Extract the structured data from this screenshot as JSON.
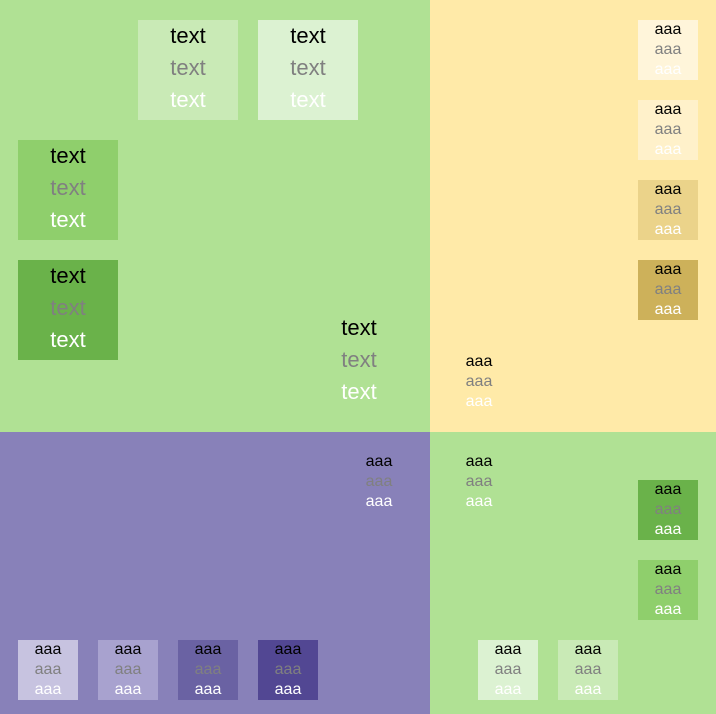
{
  "colors": {
    "green_bg": "#b0e194",
    "yellow_bg": "#ffeaa8",
    "purple_bg": "#8881b9",
    "text_black": "#000000",
    "text_grey": "#808080",
    "text_white": "#ffffff"
  },
  "quadrants": {
    "top_left": {
      "bg": "#b0e194",
      "boxes": [
        {
          "bg": "#c9eab6",
          "lines": [
            "text",
            "text",
            "text"
          ]
        },
        {
          "bg": "#dcf2d2",
          "lines": [
            "text",
            "text",
            "text"
          ]
        },
        {
          "bg": "#8fcf6c",
          "lines": [
            "text",
            "text",
            "text"
          ]
        },
        {
          "bg": "#6ab24a",
          "lines": [
            "text",
            "text",
            "text"
          ]
        },
        {
          "bg": "transparent",
          "lines": [
            "text",
            "text",
            "text"
          ]
        }
      ]
    },
    "top_right": {
      "bg": "#ffeaa8",
      "boxes": [
        {
          "bg": "#fff5da",
          "lines": [
            "aaa",
            "aaa",
            "aaa"
          ]
        },
        {
          "bg": "#fff1ca",
          "lines": [
            "aaa",
            "aaa",
            "aaa"
          ]
        },
        {
          "bg": "#ebd38a",
          "lines": [
            "aaa",
            "aaa",
            "aaa"
          ]
        },
        {
          "bg": "#cdb15a",
          "lines": [
            "aaa",
            "aaa",
            "aaa"
          ]
        },
        {
          "bg": "transparent",
          "lines": [
            "aaa",
            "aaa",
            "aaa"
          ]
        }
      ]
    },
    "bottom_left": {
      "bg": "#8881b9",
      "boxes": [
        {
          "bg": "transparent",
          "lines": [
            "aaa",
            "aaa",
            "aaa"
          ]
        },
        {
          "bg": "#c7c3e0",
          "lines": [
            "aaa",
            "aaa",
            "aaa"
          ]
        },
        {
          "bg": "#a8a2cf",
          "lines": [
            "aaa",
            "aaa",
            "aaa"
          ]
        },
        {
          "bg": "#6a62a3",
          "lines": [
            "aaa",
            "aaa",
            "aaa"
          ]
        },
        {
          "bg": "#524793",
          "lines": [
            "aaa",
            "aaa",
            "aaa"
          ]
        }
      ]
    },
    "bottom_right": {
      "bg": "#b0e194",
      "boxes": [
        {
          "bg": "transparent",
          "lines": [
            "aaa",
            "aaa",
            "aaa"
          ]
        },
        {
          "bg": "#6ab24a",
          "lines": [
            "aaa",
            "aaa",
            "aaa"
          ]
        },
        {
          "bg": "#8fcf6c",
          "lines": [
            "aaa",
            "aaa",
            "aaa"
          ]
        },
        {
          "bg": "#dcf2d2",
          "lines": [
            "aaa",
            "aaa",
            "aaa"
          ]
        },
        {
          "bg": "#c9eab6",
          "lines": [
            "aaa",
            "aaa",
            "aaa"
          ]
        }
      ]
    }
  }
}
